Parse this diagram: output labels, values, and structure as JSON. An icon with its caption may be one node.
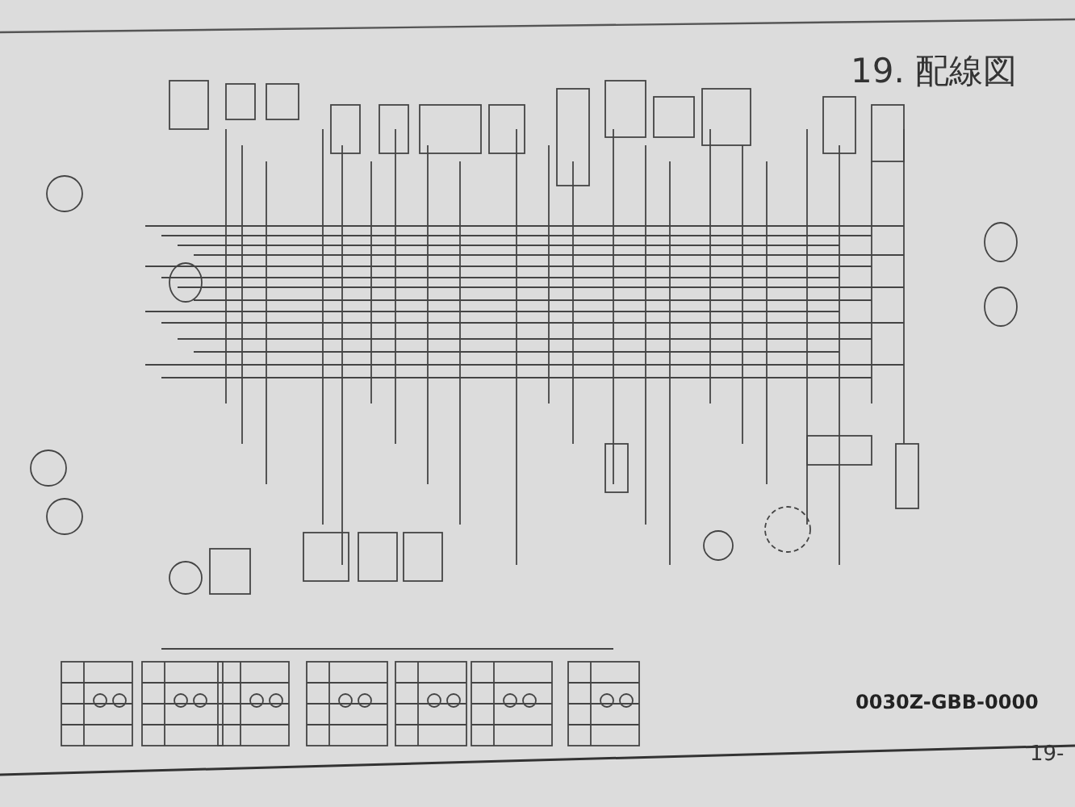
{
  "diagram": {
    "title": "19. 配線図",
    "labels": [
      "0030Z-GBB-0000",
      "19-"
    ]
  }
}
